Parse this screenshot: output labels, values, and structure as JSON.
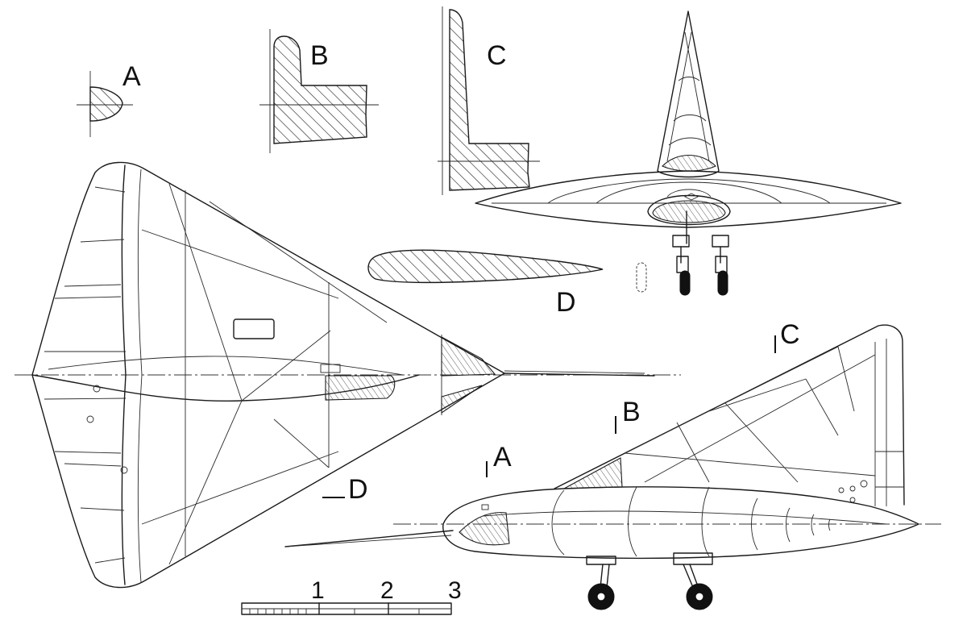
{
  "labels": {
    "section_a": "A",
    "section_b": "B",
    "section_c": "C",
    "section_d": "D",
    "marker_a": "A",
    "marker_b": "B",
    "marker_c": "C",
    "marker_d": "D"
  },
  "scale_bar": {
    "ticks": [
      "1",
      "2",
      "3"
    ]
  }
}
